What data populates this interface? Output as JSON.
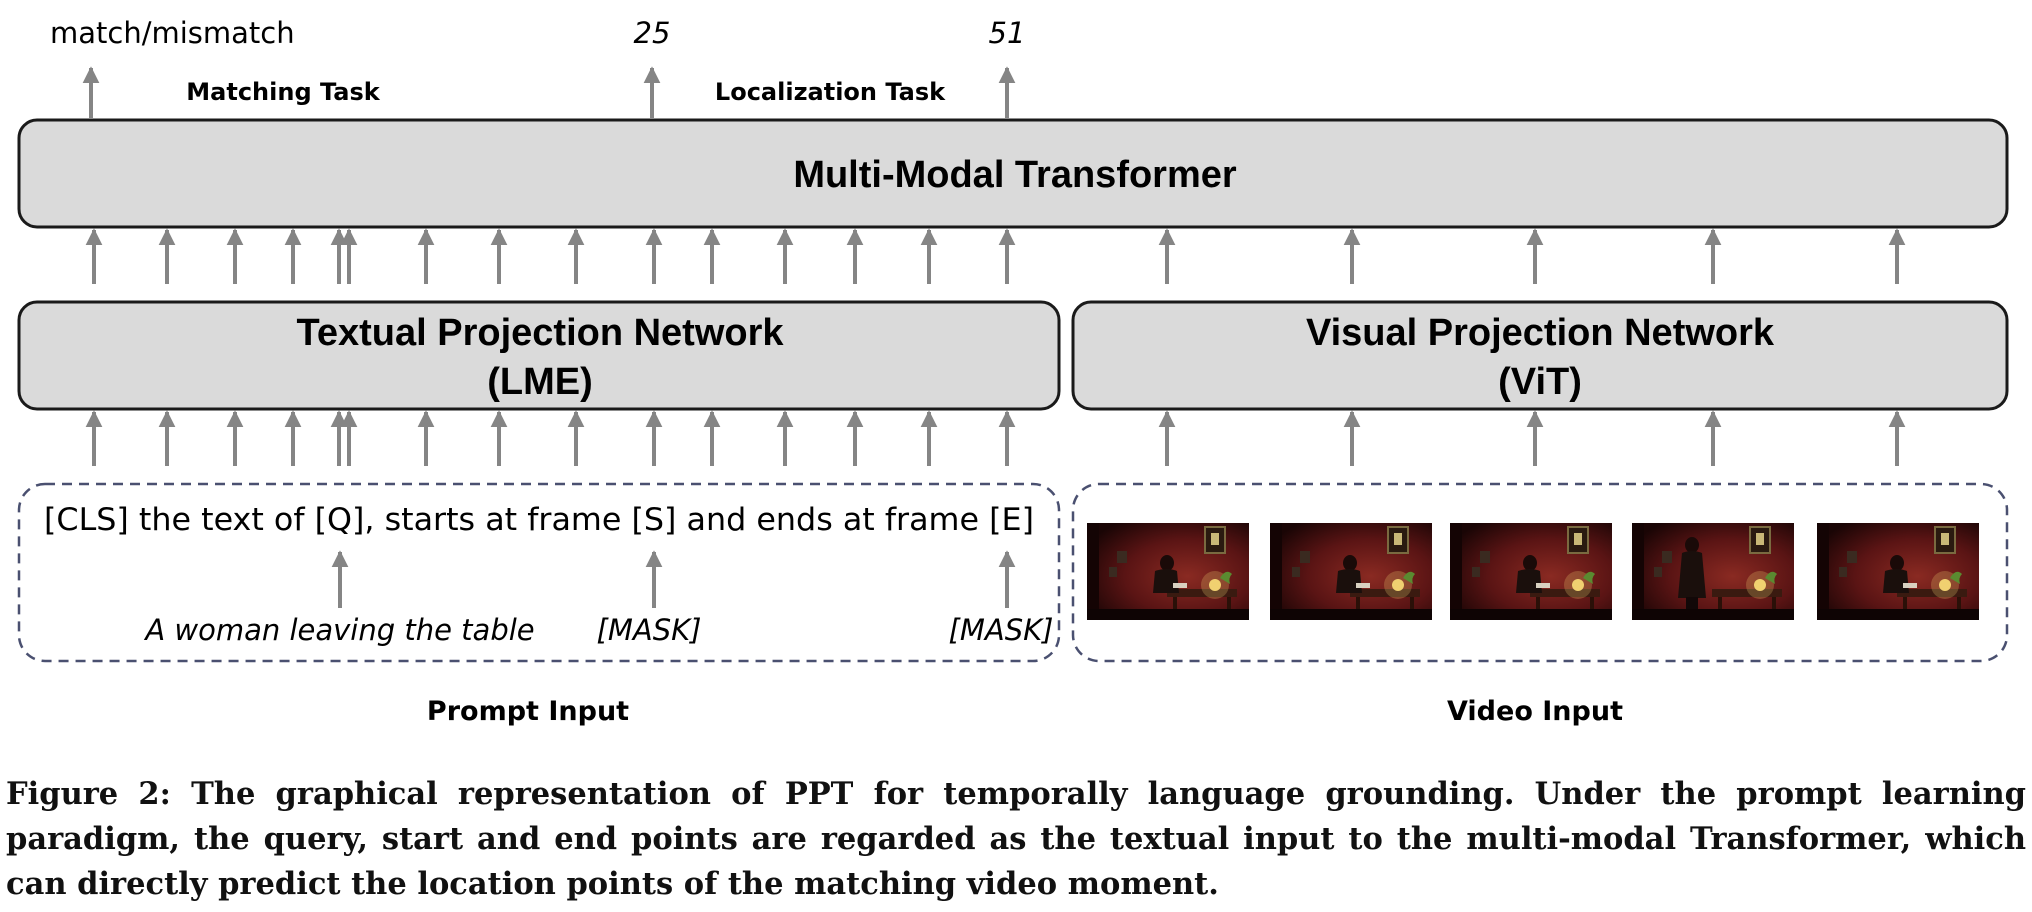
{
  "outputs": {
    "match_label": "match/mismatch",
    "start_value": "25",
    "end_value": "51",
    "matching_task": "Matching Task",
    "localization_task": "Localization Task"
  },
  "transformer": {
    "title": "Multi-Modal Transformer"
  },
  "textual_network": {
    "title": "Textual Projection Network",
    "subtitle": "(LME)"
  },
  "visual_network": {
    "title": "Visual Projection Network",
    "subtitle": "(ViT)"
  },
  "prompt": {
    "template": "[CLS] the text of [Q], starts at frame [S] and ends at frame [E]",
    "query": "A woman leaving the table",
    "mask_start": "[MASK]",
    "mask_end": "[MASK]",
    "label": "Prompt Input"
  },
  "video": {
    "label": "Video Input",
    "frame_count": 5
  },
  "caption": "Figure 2: The graphical representation of PPT for temporally language grounding. Under the prompt learning paradigm, the query, start and end points are regarded as the textual input to the multi-modal Transformer, which can directly predict the location points of the matching video moment.",
  "colors": {
    "box_fill": "#dadada",
    "box_stroke": "#1a1a1a",
    "arrow": "#858585",
    "dashed_border": "#4a5070",
    "frame_wall": "#5a1414"
  }
}
